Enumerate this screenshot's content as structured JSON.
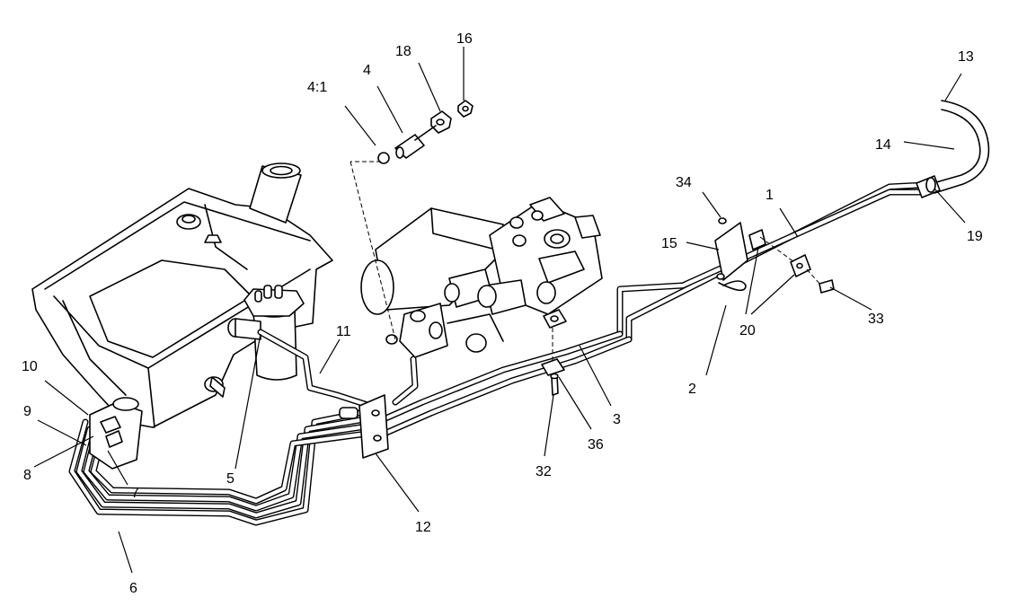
{
  "callouts": [
    {
      "id": "1",
      "label": "1"
    },
    {
      "id": "2",
      "label": "2"
    },
    {
      "id": "3",
      "label": "3"
    },
    {
      "id": "4_1",
      "label": "4:1"
    },
    {
      "id": "4",
      "label": "4"
    },
    {
      "id": "5",
      "label": "5"
    },
    {
      "id": "6",
      "label": "6"
    },
    {
      "id": "7",
      "label": "7"
    },
    {
      "id": "8",
      "label": "8"
    },
    {
      "id": "9",
      "label": "9"
    },
    {
      "id": "10",
      "label": "10"
    },
    {
      "id": "11",
      "label": "11"
    },
    {
      "id": "12",
      "label": "12"
    },
    {
      "id": "13",
      "label": "13"
    },
    {
      "id": "14",
      "label": "14"
    },
    {
      "id": "15",
      "label": "15"
    },
    {
      "id": "16",
      "label": "16"
    },
    {
      "id": "18",
      "label": "18"
    },
    {
      "id": "19",
      "label": "19"
    },
    {
      "id": "20",
      "label": "20"
    },
    {
      "id": "32",
      "label": "32"
    },
    {
      "id": "33",
      "label": "33"
    },
    {
      "id": "34",
      "label": "34"
    },
    {
      "id": "36",
      "label": "36"
    }
  ],
  "colors": {
    "ink": "#000000",
    "paper": "#ffffff"
  }
}
